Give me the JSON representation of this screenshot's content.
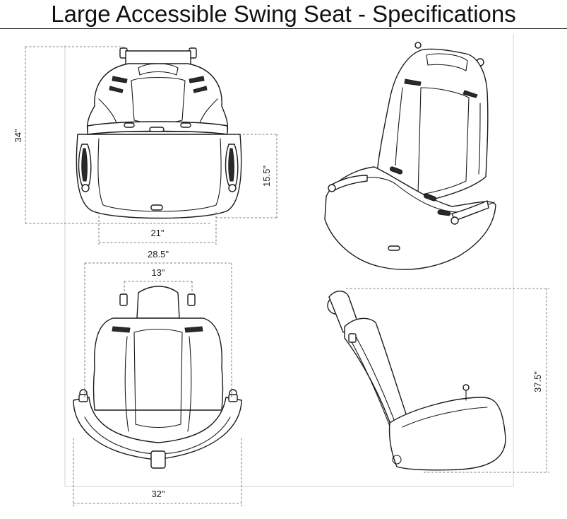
{
  "title": "Large Accessible Swing Seat - Specifications",
  "dimensions": {
    "height_front": "34\"",
    "seat_depth": "15.5\"",
    "seat_width": "21\"",
    "overall_width_top": "28.5\"",
    "headrest_width": "13\"",
    "overall_width_bottom": "32\"",
    "height_side": "37.5\""
  }
}
